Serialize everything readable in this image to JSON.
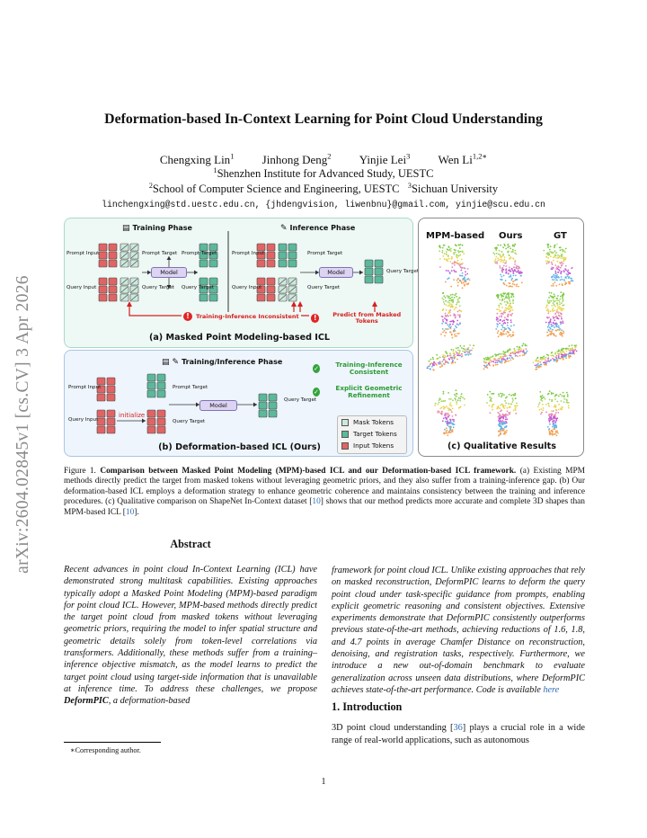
{
  "arxiv_id": "arXiv:2604.02845v1  [cs.CV]  3 Apr 2026",
  "title": "Deformation-based In-Context Learning for Point Cloud Understanding",
  "authors": [
    {
      "name": "Chengxing Lin",
      "sup": "1"
    },
    {
      "name": "Jinhong Deng",
      "sup": "2"
    },
    {
      "name": "Yinjie Lei",
      "sup": "3"
    },
    {
      "name": "Wen Li",
      "sup": "1,2∗"
    }
  ],
  "affiliations": {
    "a1_sup": "1",
    "a1": "Shenzhen Institute for Advanced Study, UESTC",
    "a2_sup": "2",
    "a2": "School of Computer Science and Engineering, UESTC",
    "a3_sup": "3",
    "a3": "Sichuan University"
  },
  "emails": "linchengxing@std.uestc.edu.cn, {jhdengvision, liwenbnu}@gmail.com, yinjie@scu.edu.cn",
  "figure": {
    "panel_a": {
      "training_phase": "Training Phase",
      "inference_phase": "Inference Phase",
      "prompt_input": "Prompt Input",
      "query_input": "Query Input",
      "prompt_target": "Prompt Target",
      "query_target": "Query Target",
      "model": "Model",
      "warn_1": "Training-Inference Inconsistent",
      "warn_2": "Predict from Masked Tokens",
      "caption": "(a) Masked Point Modeling-based ICL"
    },
    "panel_b": {
      "phase": "Training/Inference Phase",
      "prompt_input": "Prompt Input",
      "query_input": "Query Input",
      "prompt_target": "Prompt Target",
      "query_target": "Query Target",
      "model": "Model",
      "initialize": "initialize",
      "check_1": "Training-Inference Consistent",
      "check_2": "Explicit Geometric Refinement",
      "legend": [
        "Mask Tokens",
        "Target Tokens",
        "Input Tokens"
      ],
      "caption": "(b) Deformation-based ICL (Ours)"
    },
    "panel_c": {
      "headers": [
        "MPM-based",
        "Ours",
        "GT"
      ],
      "caption": "(c) Qualitative Results"
    },
    "colors": {
      "mask": "#cde9dc",
      "target": "#5bb89a",
      "input": "#e06464",
      "model": "#dcd4f2",
      "warning": "#d42020",
      "check": "#2d9a35"
    }
  },
  "fig_caption": {
    "label": "Figure 1.",
    "bold": "Comparison between Masked Point Modeling (MPM)-based ICL and our Deformation-based ICL framework.",
    "rest_1": "(a) Existing MPM methods directly predict the target from masked tokens without leveraging geometric priors, and they also suffer from a training-inference gap. (b) Our deformation-based ICL employs a deformation strategy to enhance geometric coherence and maintains consistency between the training and inference procedures. (c) Qualitative comparison on ShapeNet In-Context dataset [",
    "ref_1": "10",
    "rest_2": "] shows that our method predicts more accurate and complete 3D shapes than MPM-based ICL [",
    "ref_2": "10",
    "rest_3": "]."
  },
  "abstract": {
    "heading": "Abstract",
    "text_1": "Recent advances in point cloud In-Context Learning (ICL) have demonstrated strong multitask capabilities. Existing approaches typically adopt a Masked Point Modeling (MPM)-based paradigm for point cloud ICL. However, MPM-based methods directly predict the target point cloud from masked tokens without leveraging geometric priors, requiring the model to infer spatial structure and geometric details solely from token-level correlations via transformers. Additionally, these methods suffer from a training–inference objective mismatch, as the model learns to predict the target point cloud using target-side information that is unavailable at inference time. To address these challenges, we propose ",
    "name": "DeformPIC",
    "text_2": ", a deformation-based",
    "text_3": "framework for point cloud ICL. Unlike existing approaches that rely on masked reconstruction, DeformPIC learns to deform the query point cloud under task-specific guidance from prompts, enabling explicit geometric reasoning and consistent objectives. Extensive experiments demonstrate that DeformPIC consistently outperforms previous state-of-the-art methods, achieving reductions of 1.6, 1.8, and 4.7 points in average Chamfer Distance on reconstruction, denoising, and registration tasks, respectively. Furthermore, we introduce a new out-of-domain benchmark to evaluate generalization across unseen data distributions, where DeformPIC achieves state-of-the-art performance. Code is available ",
    "link": "here"
  },
  "intro": {
    "heading": "1. Introduction",
    "text_1": "3D point cloud understanding [",
    "ref": "36",
    "text_2": "] plays a crucial role in a wide range of real-world applications, such as autonomous"
  },
  "footnote": "∗Corresponding author.",
  "page_number": "1"
}
